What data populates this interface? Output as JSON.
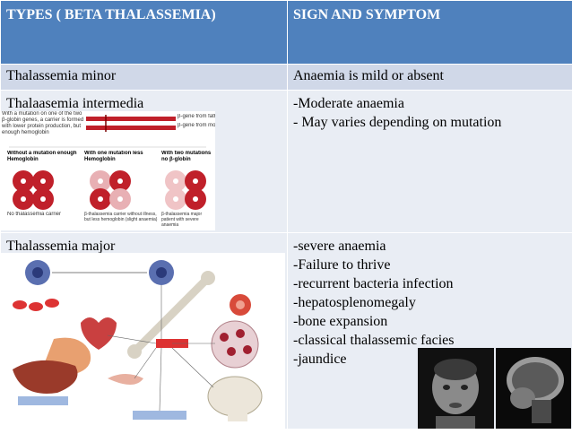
{
  "header": {
    "col1": "TYPES ( BETA THALASSEMIA)",
    "col2": "SIGN AND SYMPTOM"
  },
  "rows": [
    {
      "type": "Thalassemia minor",
      "symptoms": [
        "Anaemia is mild or absent"
      ]
    },
    {
      "type": "Thalaasemia intermedia",
      "symptoms": [
        "-Moderate anaemia",
        "- May varies depending on mutation"
      ]
    },
    {
      "type": "Thalassemia major",
      "symptoms": [
        "-severe anaemia",
        "-Failure to thrive",
        "-recurrent bacteria infection",
        "-hepatosplenomegaly",
        "-bone expansion",
        "-classical thalassemic facies",
        "-jaundice"
      ]
    }
  ],
  "figure_intermedia": {
    "caption_top": "With a mutation on one of the two β-globin genes, a carrier is formed with lower protein production, but enough hemoglobin",
    "gene_father": "β-gene from father",
    "gene_mother": "β-gene from mother",
    "panels": [
      {
        "heading": "Without a mutation enough Hemoglobin",
        "caption": "No thalassemia carrier"
      },
      {
        "heading": "With one mutation less Hemoglobin",
        "caption": "β-thalassemia carrier without illness, but less hemoglobin (slight anaemia)"
      },
      {
        "heading": "With two mutations no β-globin",
        "caption": "β-thalassemia major patient with severe anaemia"
      }
    ]
  },
  "colors": {
    "header_bg": "#4f81bd",
    "row1_bg": "#d0d8e8",
    "row_bg": "#e9edf4",
    "hemoglobin_red": "#c0202a"
  }
}
